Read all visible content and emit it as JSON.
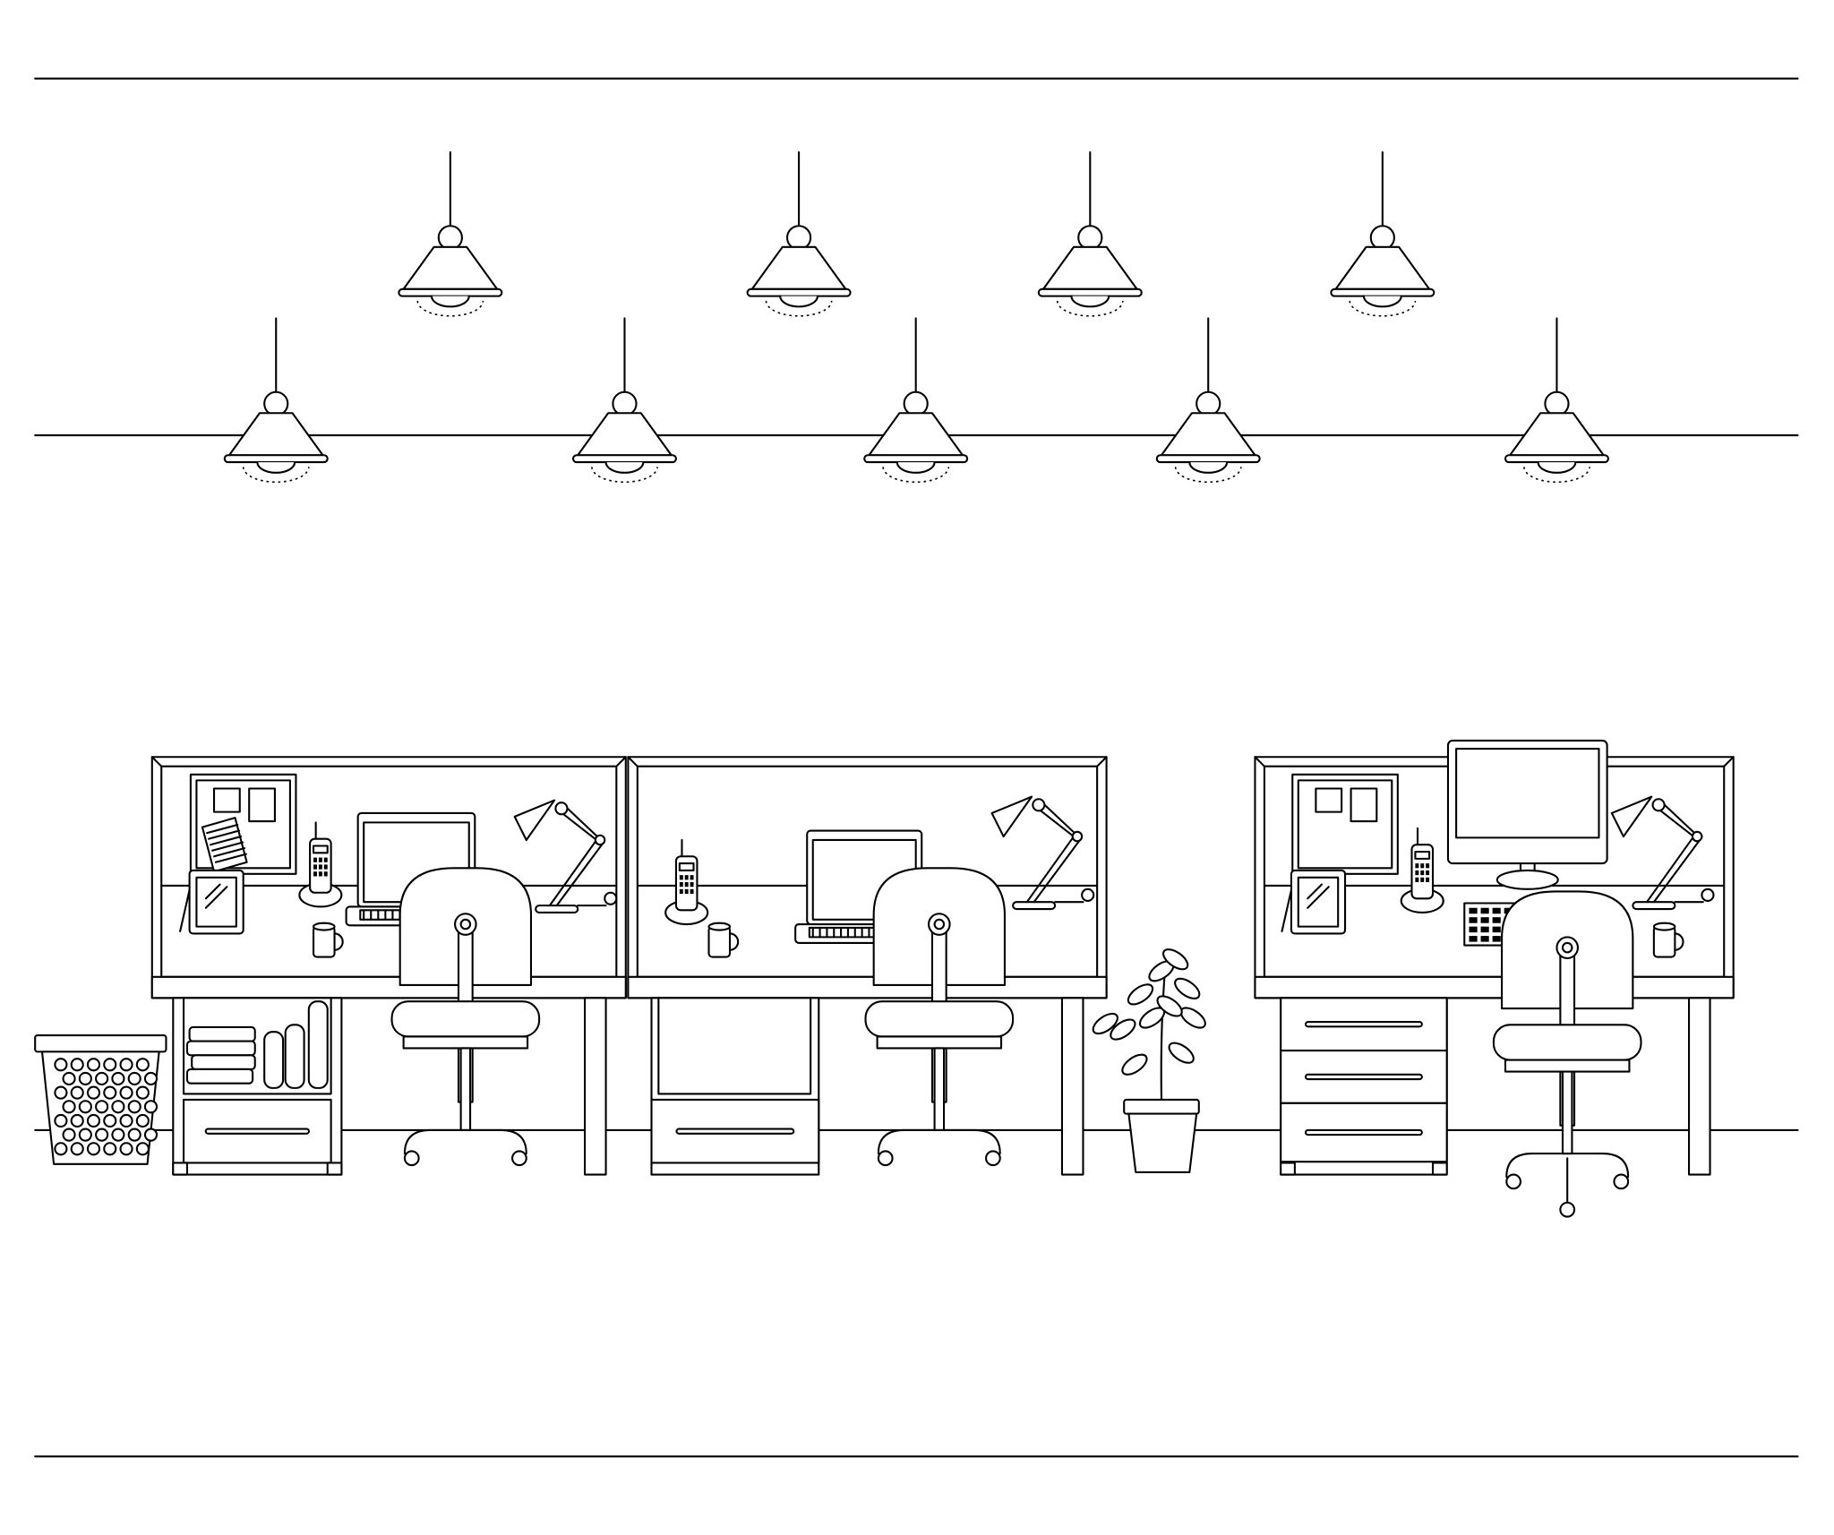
{
  "scene": {
    "type": "office line-art illustration",
    "colors": {
      "stroke": "#000000",
      "background": "#ffffff"
    },
    "pendant_lamps": {
      "top_row": 4,
      "bottom_row": 5
    },
    "cubicles": 3,
    "chairs": 3
  }
}
